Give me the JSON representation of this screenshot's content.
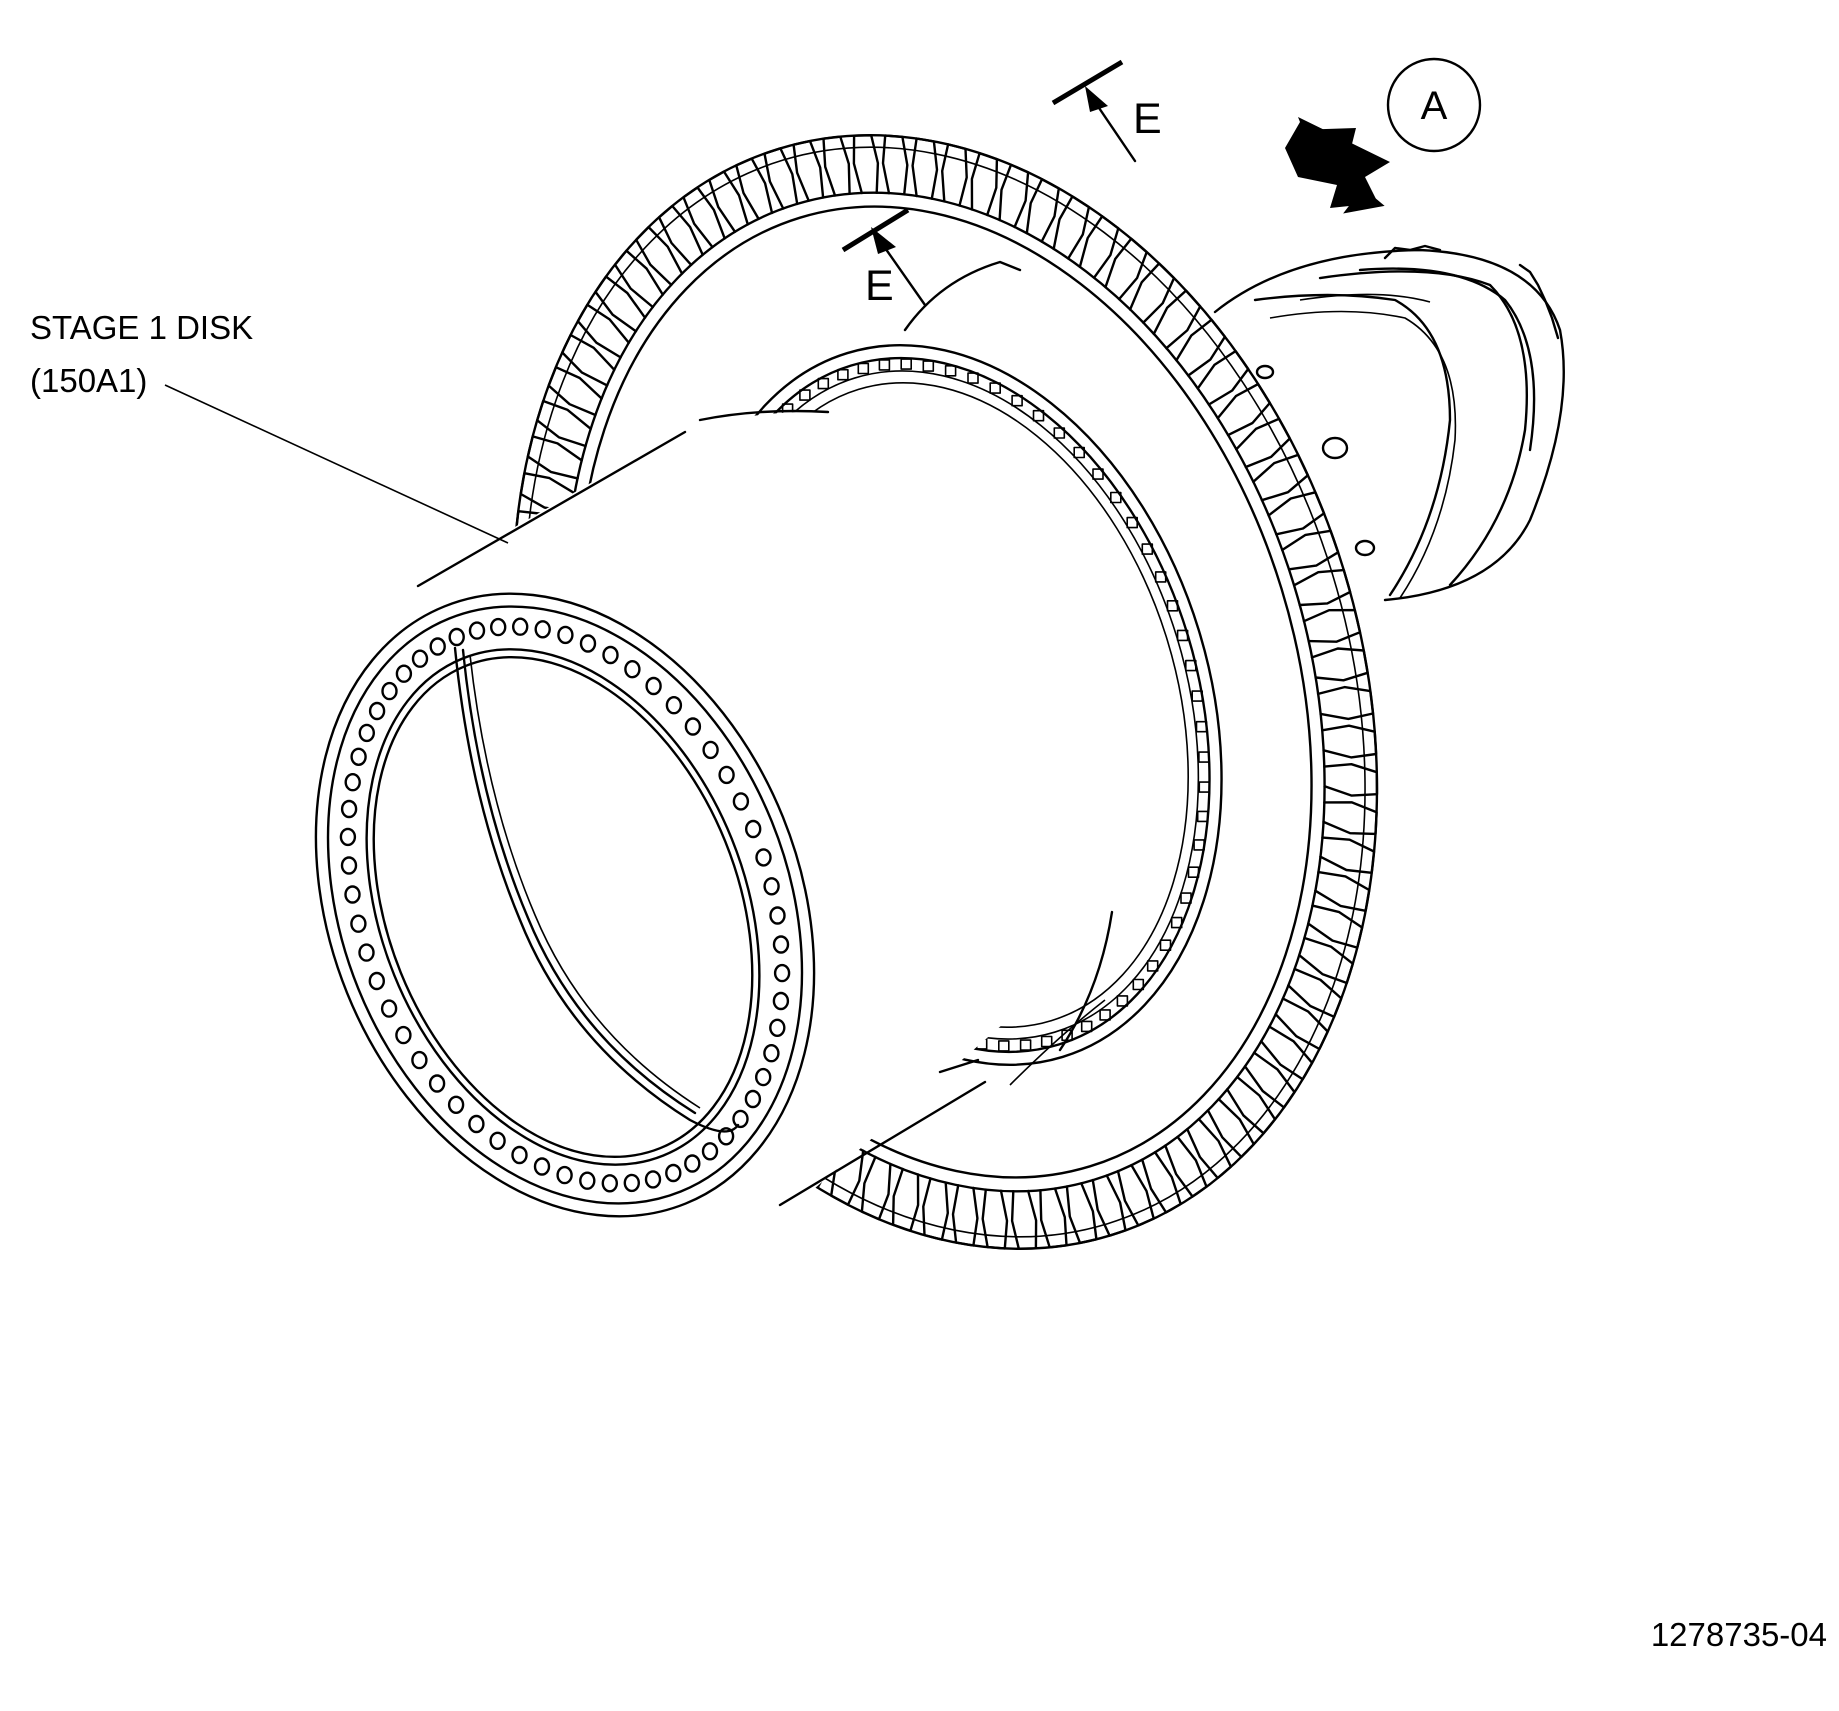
{
  "labels": {
    "part_name": "STAGE 1 DISK",
    "part_number": "(150A1)",
    "section_mark_upper": "E",
    "section_mark_lower": "E",
    "view_callout": "A",
    "figure_number": "1278735-04"
  },
  "colors": {
    "line": "#000000",
    "background": "#ffffff"
  }
}
